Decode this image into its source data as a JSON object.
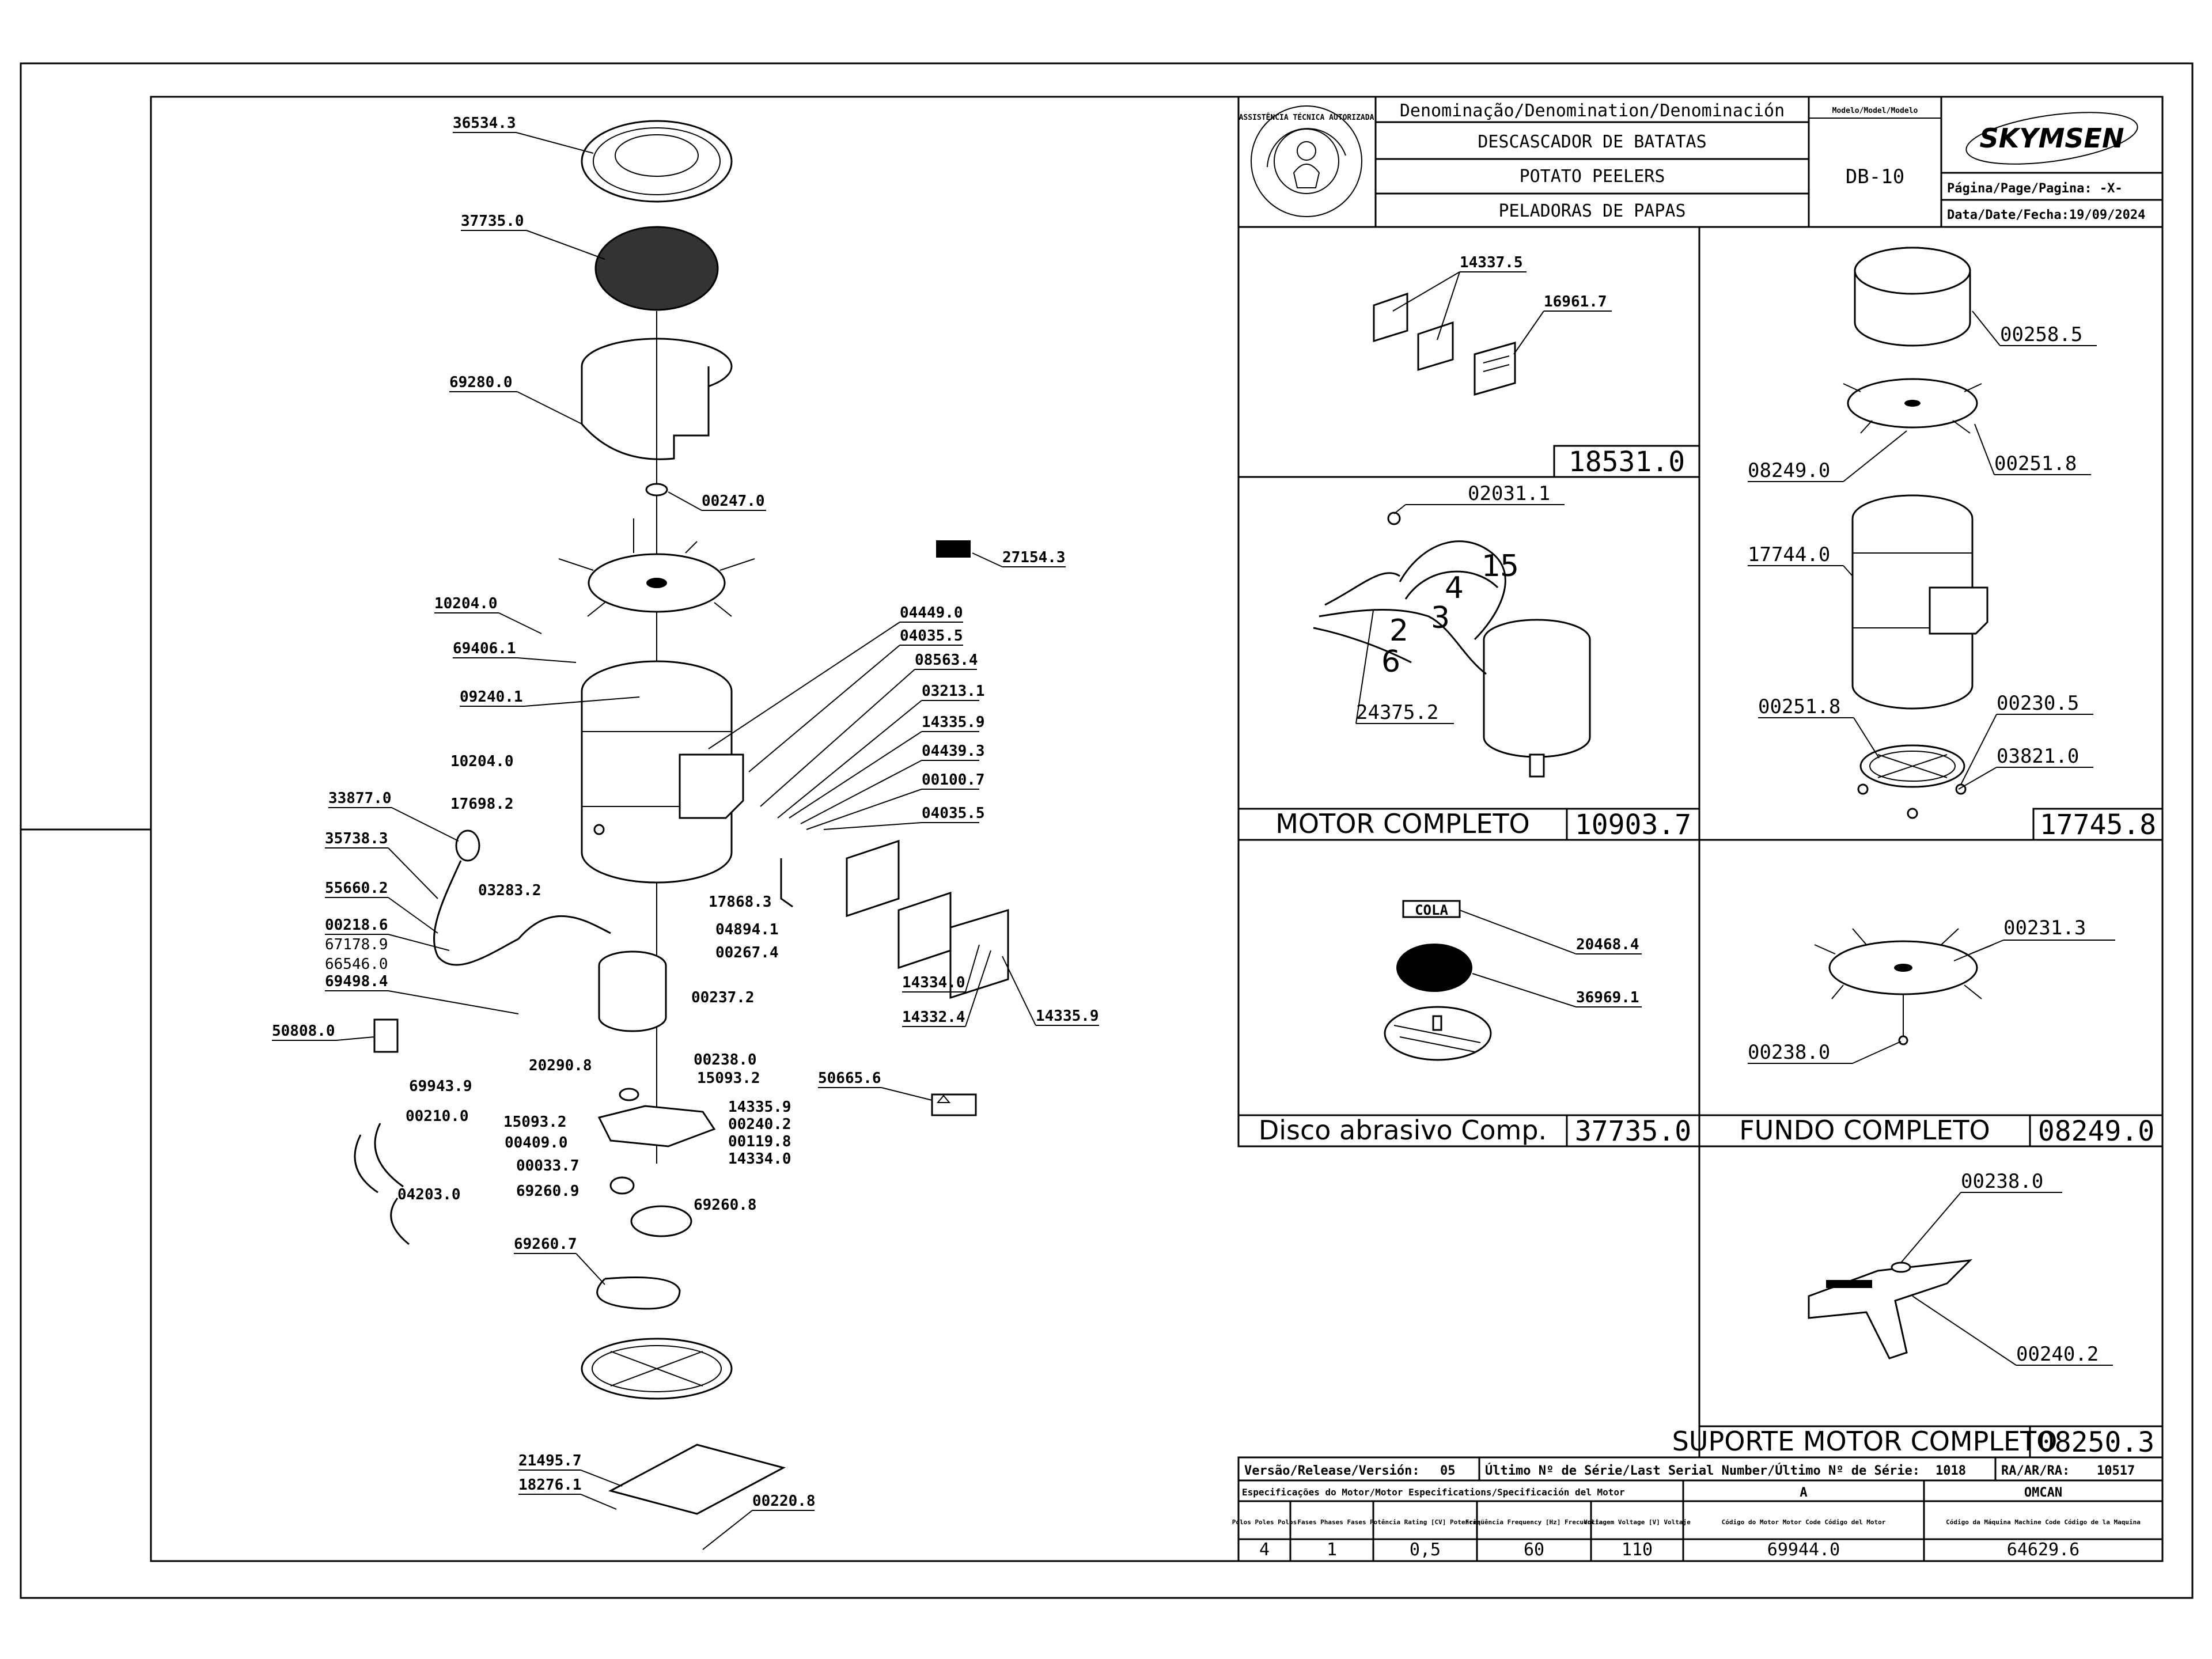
{
  "titleblock": {
    "denomination_header": "Denominação/Denomination/Denominación",
    "name_pt": "DESCASCADOR DE BATATAS",
    "name_en": "POTATO PEELERS",
    "name_es": "PELADORAS DE PAPAS",
    "model_header": "Modelo/Model/Modelo",
    "model": "DB-10",
    "brand": "SKYMSEN",
    "page_label": "Página/Page/Pagina: -X-",
    "date_label": "Data/Date/Fecha:19/09/2024",
    "seal_text": "ASSISTÊNCIA TÉCNICA AUTORIZADA"
  },
  "main_labels": [
    "36534.3",
    "37735.0",
    "69280.0",
    "00247.0",
    "27154.3",
    "10204.0",
    "69406.1",
    "09240.1",
    "04449.0",
    "04035.5",
    "08563.4",
    "03213.1",
    "14335.9",
    "04439.3",
    "00100.7",
    "04035.5",
    "10204.0",
    "33877.0",
    "17698.2",
    "35738.3",
    "55660.2",
    "03283.2",
    "00218.6",
    "67178.9",
    "66546.0",
    "69498.4",
    "17868.3",
    "04894.1",
    "00267.4",
    "00237.2",
    "50808.0",
    "14334.0",
    "14332.4",
    "14335.9",
    "20290.8",
    "00238.0",
    "15093.2",
    "50665.6",
    "69943.9",
    "15093.2",
    "14335.9",
    "00240.2",
    "00409.0",
    "00119.8",
    "14334.0",
    "00033.7",
    "69260.9",
    "69260.8",
    "00210.0",
    "04203.0",
    "69260.7",
    "21495.7",
    "18276.1",
    "00220.8"
  ],
  "panels": {
    "p1": {
      "labels": [
        "14337.5",
        "16961.7"
      ],
      "code": "18531.0"
    },
    "p2": {
      "labels": [
        "00258.5",
        "08249.0",
        "00251.8",
        "17744.0",
        "00251.8",
        "00230.5",
        "03821.0"
      ],
      "code": "17745.8"
    },
    "p3": {
      "labels": [
        "02031.1",
        "24375.2"
      ],
      "numbers": [
        "1",
        "2",
        "3",
        "4",
        "5",
        "6"
      ],
      "title": "MOTOR COMPLETO",
      "code": "10903.7"
    },
    "p4": {
      "tag": "COLA",
      "labels": [
        "20468.4",
        "36969.1"
      ],
      "title": "Disco abrasivo Comp.",
      "code": "37735.0"
    },
    "p5": {
      "labels": [
        "00231.3",
        "00238.0"
      ],
      "title": "FUNDO COMPLETO",
      "code": "08249.0"
    },
    "p6": {
      "labels": [
        "00238.0",
        "00240.2"
      ],
      "title": "SUPORTE MOTOR COMPLETO",
      "code": "08250.3"
    }
  },
  "footer": {
    "release_label": "Versão/Release/Versión:",
    "release_value": "05",
    "serial_label": "Último Nº de Série/Last Serial Number/Último Nº de Série:",
    "serial_value": "1018",
    "ra_label": "RA/AR/RA:",
    "ra_value": "10517",
    "spec_label": "Especificações do Motor/Motor Especifications/Specificación del Motor",
    "motor_header": "A",
    "machine_header": "OMCAN",
    "col_poles": "Pólos Poles Polos",
    "col_phases": "Fases Phases Fases",
    "col_power": "Potência Rating [CV] Potencia",
    "col_freq": "Freqüência Frequency [Hz] Frecuencia",
    "col_volt": "Voltagem Voltage [V] Voltaje",
    "col_motorcode": "Código do Motor Motor Code Código del Motor",
    "col_machinecode": "Código da Máquina Machine Code Código de la Maquina",
    "poles": "4",
    "phases": "1",
    "power": "0,5",
    "freq": "60",
    "volt": "110",
    "motor_code": "69944.0",
    "machine_code": "64629.6"
  }
}
